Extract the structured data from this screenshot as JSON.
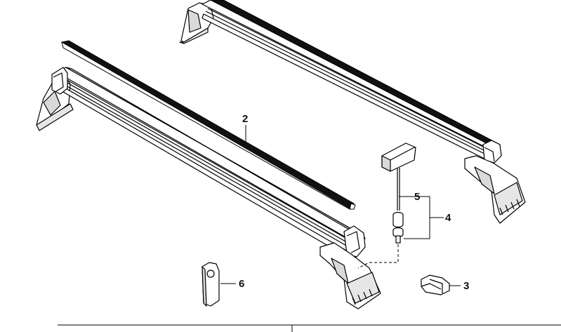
{
  "callouts": {
    "c2": "2",
    "c3": "3",
    "c4": "4",
    "c5": "5",
    "c6": "6"
  },
  "colors": {
    "line": "#000000",
    "part_fill": "#ffffff",
    "shade": "#d9d9d9",
    "rubber_strip": "#111111"
  }
}
